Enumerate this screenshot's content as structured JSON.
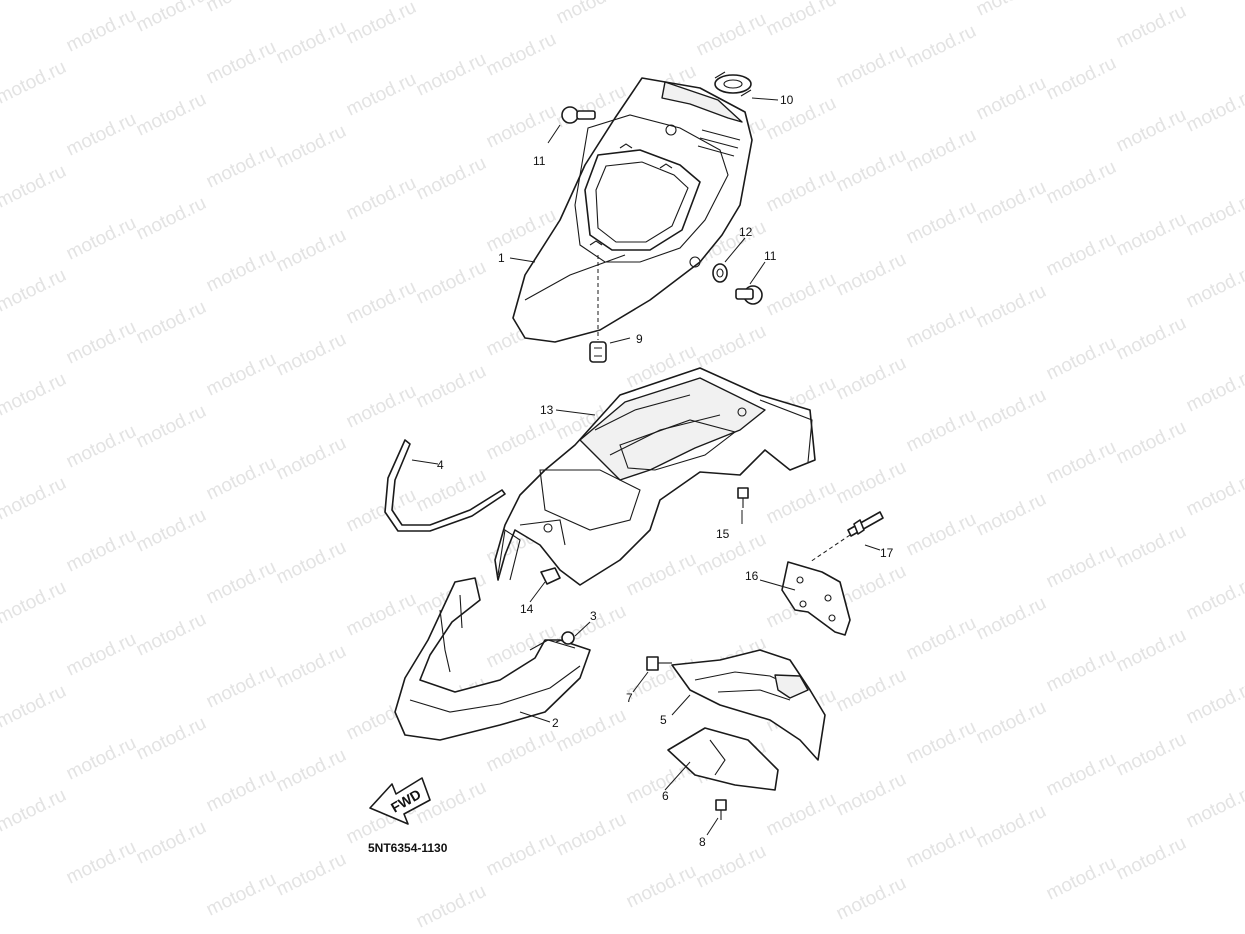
{
  "watermark": "motod.ru",
  "diagram_code": "5NT6354-1130",
  "fwd_label": "FWD",
  "callouts": {
    "c1": "1",
    "c2": "2",
    "c3": "3",
    "c4": "4",
    "c5": "5",
    "c6": "6",
    "c7": "7",
    "c8": "8",
    "c9": "9",
    "c10": "10",
    "c11a": "11",
    "c11b": "11",
    "c12": "12",
    "c13": "13",
    "c14": "14",
    "c15": "15",
    "c16": "16",
    "c17": "17"
  },
  "colors": {
    "ink": "#1a1a1a",
    "watermark": "#e3e3e3",
    "background": "#ffffff"
  }
}
